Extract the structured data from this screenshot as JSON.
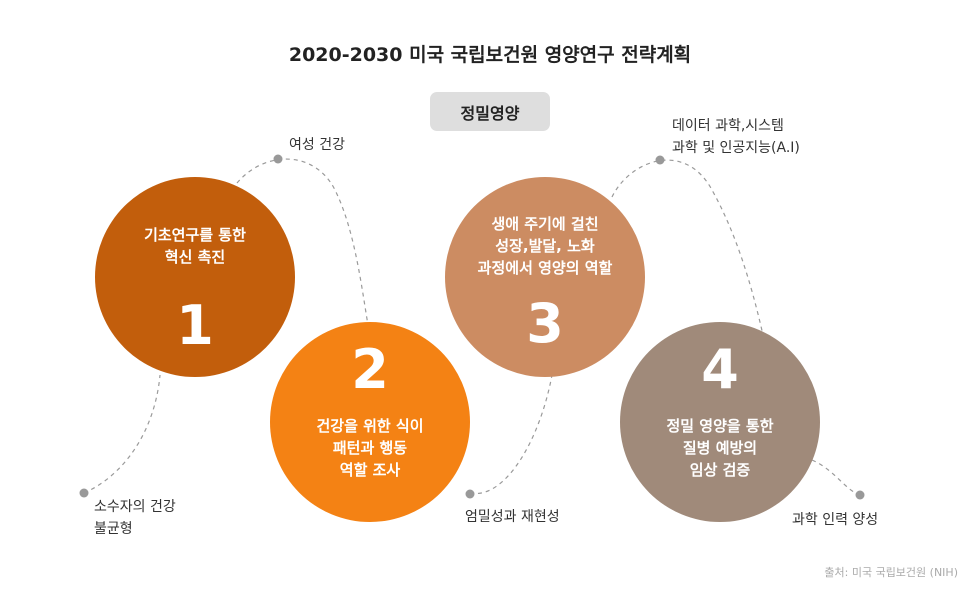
{
  "title": "2020-2030 미국 국립보건원 영양연구 전략계획",
  "center_label": "정밀영양",
  "circles": [
    {
      "number": "1",
      "lines": [
        "기초연구를 통한",
        "혁신 촉진"
      ],
      "color": "#c25e0c"
    },
    {
      "number": "2",
      "lines": [
        "건강을 위한 식이",
        "패턴과 행동",
        "역할 조사"
      ],
      "color": "#f48214"
    },
    {
      "number": "3",
      "lines": [
        "생애 주기에 걸친",
        "성장,발달, 노화",
        "과정에서 영양의 역할"
      ],
      "color": "#cc8c62"
    },
    {
      "number": "4",
      "lines": [
        "정밀 영양을 통한",
        "질병 예방의",
        "임상 검증"
      ],
      "color": "#a08a7a"
    }
  ],
  "labels": {
    "womens_health": [
      "여성 건강"
    ],
    "minority_health": [
      "소수자의 건강",
      "불균형"
    ],
    "rigor": [
      "엄밀성과 재현성"
    ],
    "data_science": [
      "데이터 과학,시스템",
      "과학 및 인공지능(A.I)"
    ],
    "training": [
      "과학 인력 양성"
    ]
  },
  "source": "출처: 미국 국립보건원 (NIH)"
}
